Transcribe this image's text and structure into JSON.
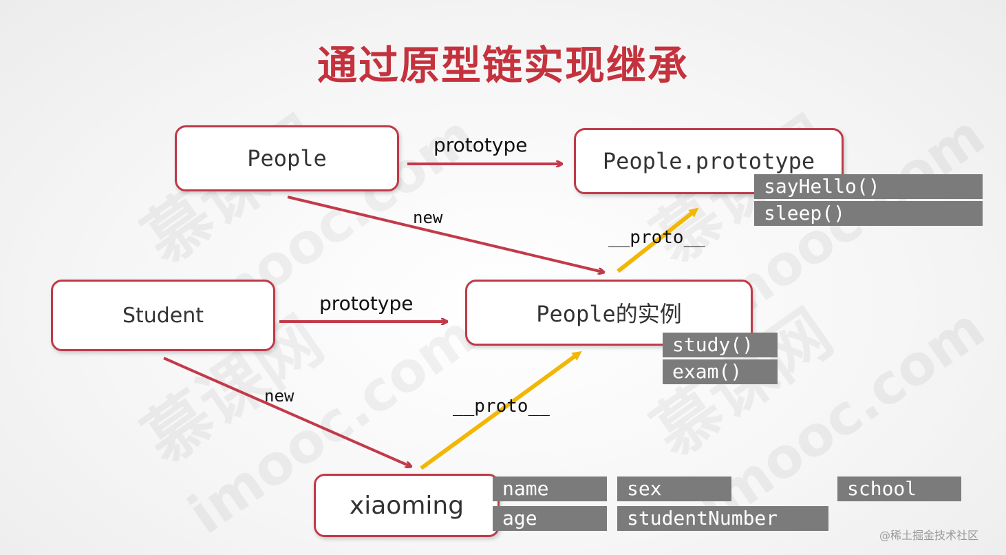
{
  "title": "通过原型链实现继承",
  "watermark": {
    "brand": "慕课网",
    "domain": "imooc.com"
  },
  "nodes": {
    "people": "People",
    "people_prototype": "People.prototype",
    "student": "Student",
    "people_instance": "People的实例",
    "xiaoming": "xiaoming"
  },
  "methods": {
    "people_prototype": [
      "sayHello()",
      "sleep()"
    ],
    "people_instance": [
      "study()",
      "exam()"
    ]
  },
  "properties": {
    "name": "name",
    "sex": "sex",
    "school": "school",
    "age": "age",
    "student_number": "studentNumber"
  },
  "edge_labels": {
    "people_prototype": "prototype",
    "people_new": "new",
    "instance_proto": "__proto__",
    "student_prototype": "prototype",
    "student_new": "new",
    "xiaoming_proto": "__proto__"
  },
  "footer": "@稀土掘金技术社区",
  "colors": {
    "title": "#c4323d",
    "node_border": "#bf3a47",
    "red_arrow": "#c23a4a",
    "proto_arrow": "#f2b705",
    "chip": "#7b7b7b"
  }
}
